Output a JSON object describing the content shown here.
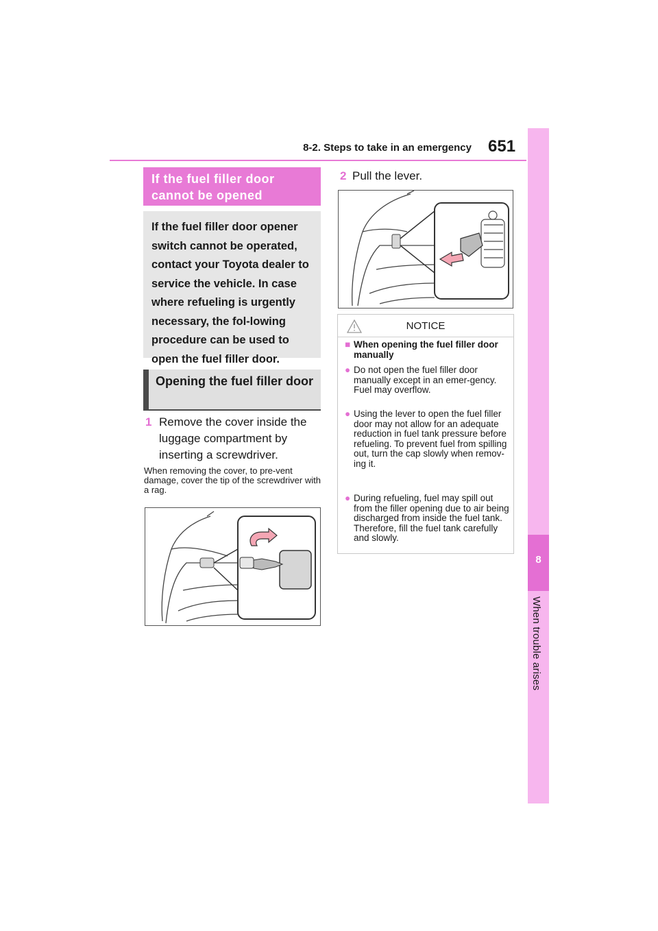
{
  "header": {
    "section": "8-2. Steps to take in an emergency",
    "page_number": "651"
  },
  "side_tab": {
    "chapter_number": "8",
    "chapter_label": "When trouble arises"
  },
  "main_heading": "If the fuel filler door cannot be opened",
  "intro_box": "If the fuel filler door opener switch cannot be operated, contact your Toyota dealer to service the vehicle. In case where refueling is urgently necessary, the fol-lowing procedure can be used to open the fuel filler door.",
  "sub_heading": "Opening the fuel filler door",
  "steps": [
    {
      "number": "1",
      "text": "Remove the cover inside the luggage compartment by inserting a screwdriver.",
      "note": "When removing the cover, to pre-vent damage, cover the tip of the screwdriver with a rag."
    },
    {
      "number": "2",
      "text": "Pull the lever."
    }
  ],
  "notice": {
    "title": "NOTICE",
    "heading_mark": "■",
    "heading": "When opening the fuel filler door manually",
    "bullet_mark": "●",
    "items": [
      "Do not open the fuel filler door manually except in an emer-gency. Fuel may overflow.",
      "Using the lever to open the fuel filler door may not allow for an adequate reduction in fuel tank pressure before refueling. To prevent fuel from spilling out, turn the cap slowly when remov-ing it.",
      "During refueling, fuel may spill out from the filler opening due to air being discharged from inside the fuel tank. Therefore, fill the fuel tank carefully and slowly."
    ]
  },
  "colors": {
    "accent": "#e87ad6",
    "side_tab": "#f7b6ee",
    "side_tab_active": "#e46fd3"
  }
}
